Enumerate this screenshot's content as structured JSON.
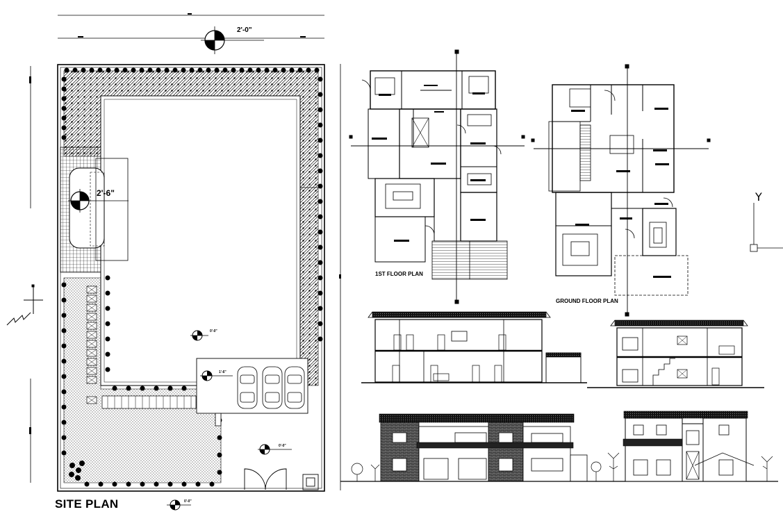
{
  "drawing": {
    "site_plan_title": "SITE PLAN",
    "first_floor_title": "1ST FLOOR PLAN",
    "ground_floor_title": "GROUND FLOOR PLAN",
    "dim_top": "2'-0\"",
    "dim_pool": "2'-6\"",
    "dim_lawn": "0'-0\"",
    "dim_parking": "1'-6\"",
    "dim_entry": "0'-0\"",
    "dim_title": "0'-0\"",
    "ucs_axis": "Y"
  },
  "colors": {
    "line": "#000000",
    "background": "#ffffff",
    "roof": "#1a1a1a",
    "brick": "#555555"
  }
}
